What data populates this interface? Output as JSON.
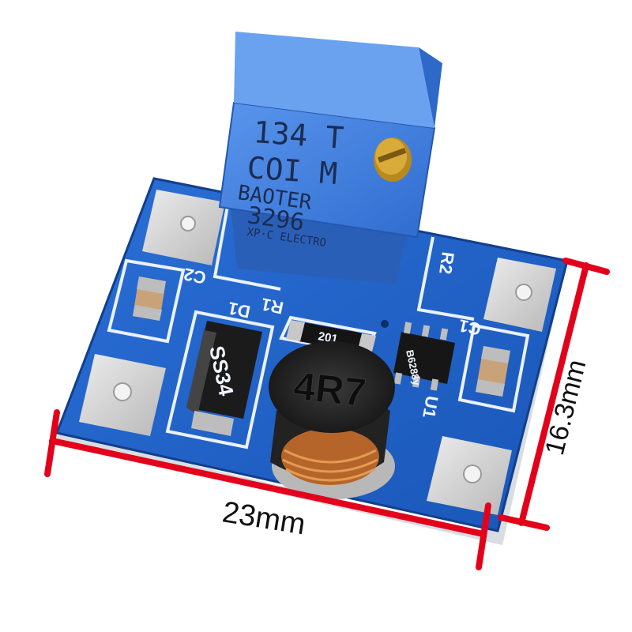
{
  "dimensions": {
    "width_label": "23mm",
    "height_label": "16.3mm"
  },
  "potentiometer": {
    "line1": "134  T",
    "line2": "COI  M",
    "brand": "BAOTER",
    "model": "3296",
    "maker": "XP·C ELECTRO"
  },
  "silkscreen": {
    "r2": "R2",
    "c2": "C2",
    "d1": "D1",
    "r1": "R1",
    "c1": "C1",
    "u1": "U1"
  },
  "parts": {
    "diode": "SS34",
    "inductor": "4R7",
    "resistor": "201",
    "ic": "B6288y"
  },
  "colors": {
    "pcb": "#1f5fc4",
    "pcb_edge": "#123f8c",
    "pad": "#d6d6d6",
    "pot_body": "#3f7ee0",
    "dimension_arrow": "#e3001b"
  }
}
